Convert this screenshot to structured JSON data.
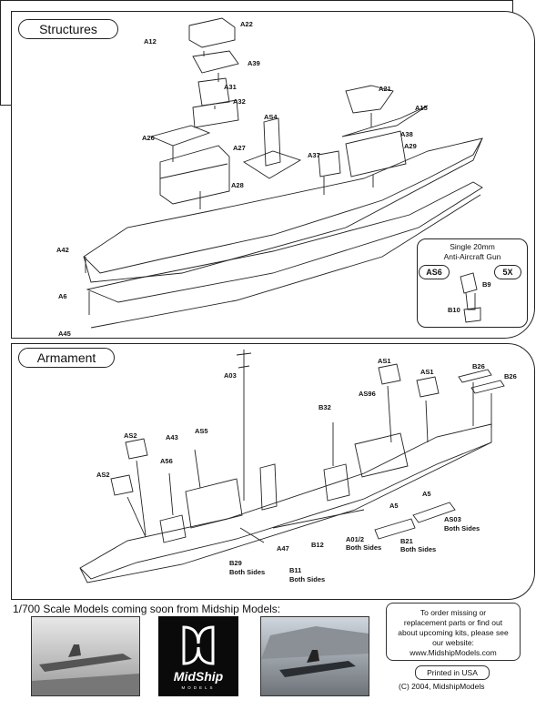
{
  "sections": {
    "structures": "Structures",
    "armament": "Armament"
  },
  "structure_parts": {
    "a22": "A22",
    "a12": "A12",
    "a39_top": "A39",
    "a31": "A31",
    "a32": "A32",
    "as4": "AS4",
    "a26": "A26",
    "a27": "A27",
    "a28": "A28",
    "a37": "A37",
    "a21": "A21",
    "a15": "A15",
    "a38": "A38",
    "a29": "A29",
    "a42": "A42",
    "a6": "A6",
    "a45": "A45"
  },
  "gun_inset": {
    "title_line1": "Single 20mm",
    "title_line2": "Anti-Aircraft Gun",
    "part_code": "AS6",
    "quantity": "5X",
    "part_b9": "B9",
    "part_b10": "B10"
  },
  "armament_parts": {
    "a03": "A03",
    "as1_left": "AS1",
    "as1_right": "AS1",
    "b26_top": "B26",
    "b26_right": "B26",
    "b32": "B32",
    "as96": "AS96",
    "as2_upper": "AS2",
    "as2_lower": "AS2",
    "a43": "A43",
    "as5": "AS5",
    "a56": "A56",
    "a5_left": "A5",
    "a5_right": "A5",
    "as03": "AS03",
    "as03_note": "Both Sides",
    "a012": "A01/2",
    "a012_note": "Both Sides",
    "b21": "B21",
    "b21_note": "Both Sides",
    "b12": "B12",
    "a47": "A47",
    "b29": "B29",
    "b29_note": "Both Sides",
    "b11": "B11",
    "b11_note": "Both Sides"
  },
  "footer": {
    "coming_soon": "1/700 Scale Models coming soon from Midship Models:",
    "logo_text": "MidShip",
    "logo_sub": "MODELS",
    "order_line1": "To order missing or",
    "order_line2": "replacement parts or find out",
    "order_line3": "about upcoming kits, please see",
    "order_line4": "our website:",
    "order_line5": "www.MidshipModels.com",
    "printed": "Printed in USA",
    "copyright": "(C) 2004, MidshipModels"
  },
  "colors": {
    "line": "#222222",
    "logo_bg": "#0a0a0a"
  }
}
